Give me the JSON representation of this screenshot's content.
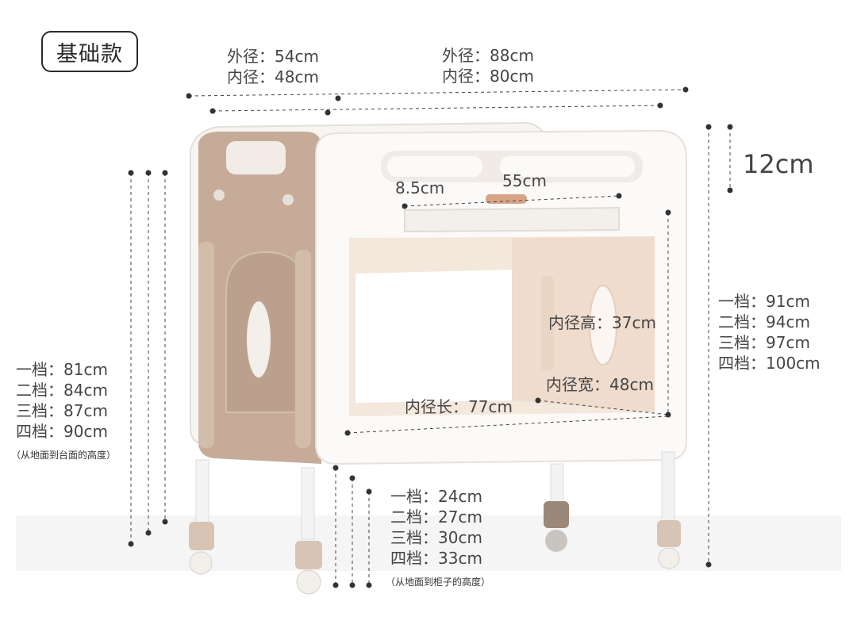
{
  "badge": "基础款",
  "depth": {
    "outer": "外径：54cm",
    "inner": "内径：48cm"
  },
  "width": {
    "outer": "外径：88cm",
    "inner": "内径：80cm"
  },
  "rail_height": "12cm",
  "tray_depth": "8.5cm",
  "tray_width": "55cm",
  "inner_height": "内径高：37cm",
  "inner_width": "内径宽：48cm",
  "inner_length": "内径长：77cm",
  "top_heights": [
    "一档：91cm",
    "二档：94cm",
    "三档：97cm",
    "四档：100cm"
  ],
  "table_heights": [
    "一档：81cm",
    "二档：84cm",
    "三档：87cm",
    "四档：90cm"
  ],
  "table_note": "（从地面到台面的高度）",
  "cabinet_heights": [
    "一档：24cm",
    "二档：27cm",
    "三档：30cm",
    "四档：33cm"
  ],
  "cabinet_note": "（从地面到柜子的高度）",
  "icons": [
    "rounded-product-illustration",
    "dimension-line",
    "caster-wheel"
  ]
}
